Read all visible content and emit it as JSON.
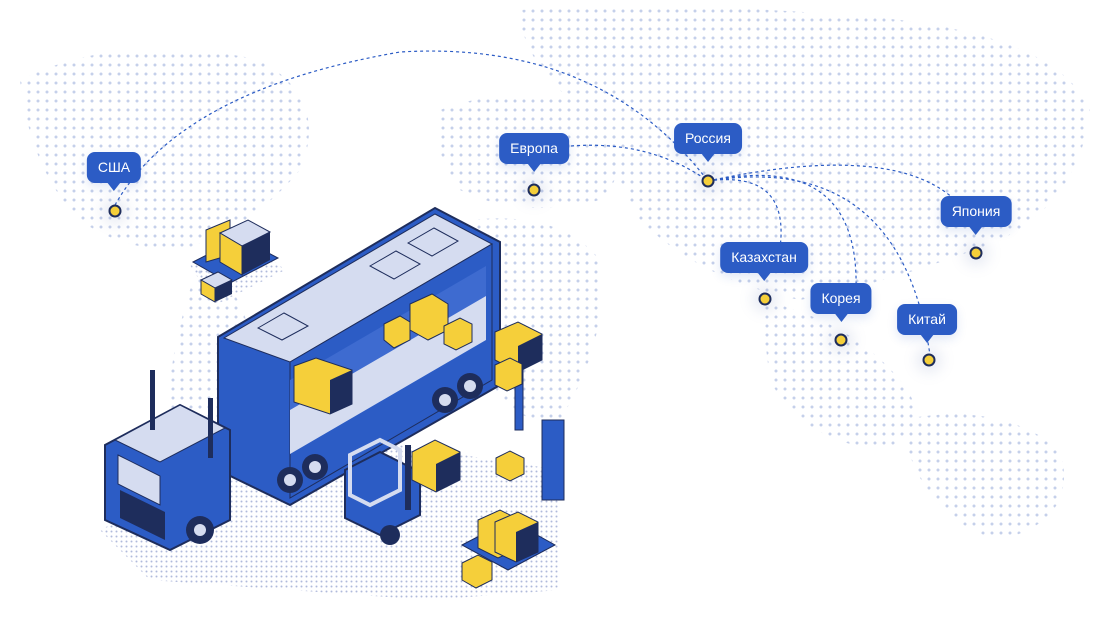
{
  "colors": {
    "accent": "#2c5cc5",
    "navy": "#1e2d5c",
    "light": "#d5dcf0",
    "yellow": "#f5cf3a",
    "dots": "#b9c6e6"
  },
  "locations": [
    {
      "label": "США"
    },
    {
      "label": "Европа"
    },
    {
      "label": "Россия"
    },
    {
      "label": "Казахстан"
    },
    {
      "label": "Корея"
    },
    {
      "label": "Китай"
    },
    {
      "label": "Япония"
    }
  ]
}
